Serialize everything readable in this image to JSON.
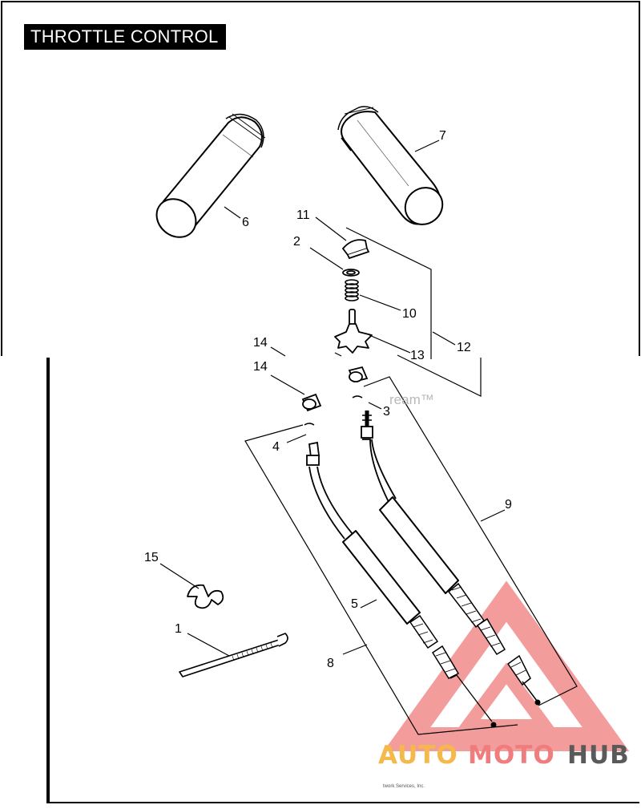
{
  "title": "THROTTLE CONTROL",
  "callouts": {
    "c1": "1",
    "c2": "2",
    "c3": "3",
    "c4": "4",
    "c5": "5",
    "c6": "6",
    "c7": "7",
    "c8": "8",
    "c9": "9",
    "c10": "10",
    "c11": "11",
    "c12": "12",
    "c13": "13",
    "c14a": "14",
    "c14b": "14",
    "c15": "15"
  },
  "watermark": {
    "auto": "AUTO",
    "moto": "MOTO",
    "hub": "HUB",
    "tm_text": "ream™",
    "tm_color": "#b8b8b8",
    "triangle_color": "#f28b8b"
  },
  "credit": "twork Services, Inc.",
  "colors": {
    "ink": "#000000",
    "paper": "#ffffff",
    "title_bg": "#000000",
    "title_fg": "#ffffff"
  }
}
